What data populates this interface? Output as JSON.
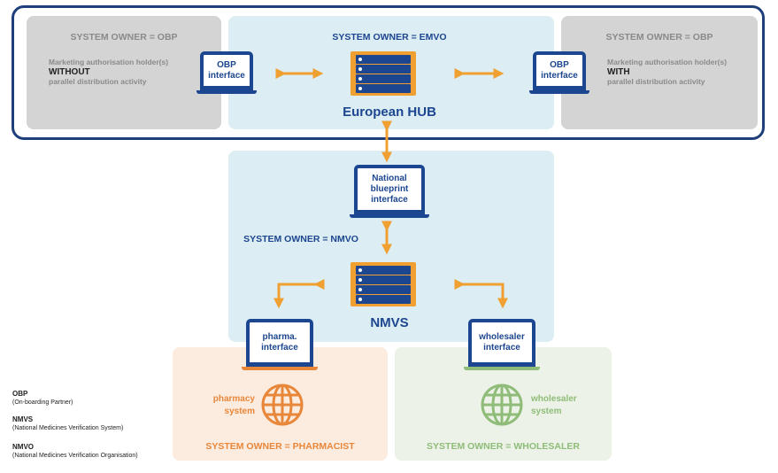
{
  "left_obp": {
    "owner": "SYSTEM OWNER = OBP",
    "line1": "Marketing authorisation holder(s)",
    "line2": "WITHOUT",
    "line3": "parallel distribution activity",
    "interface_l1": "OBP",
    "interface_l2": "interface"
  },
  "right_obp": {
    "owner": "SYSTEM OWNER = OBP",
    "line1": "Marketing authorisation holder(s)",
    "line2": "WITH",
    "line3": "parallel distribution activity",
    "interface_l1": "OBP",
    "interface_l2": "interface"
  },
  "hub": {
    "owner": "SYSTEM OWNER = EMVO",
    "title": "European HUB"
  },
  "nmvs": {
    "owner": "SYSTEM OWNER = NMVO",
    "title": "NMVS",
    "blueprint_l1": "National",
    "blueprint_l2": "blueprint",
    "blueprint_l3": "interface"
  },
  "pharmacy": {
    "interface_l1": "pharma.",
    "interface_l2": "interface",
    "system_l1": "pharmacy",
    "system_l2": "system",
    "owner": "SYSTEM OWNER = PHARMACIST"
  },
  "wholesaler": {
    "interface_l1": "wholesaler",
    "interface_l2": "interface",
    "system_l1": "wholesaler",
    "system_l2": "system",
    "owner": "SYSTEM OWNER = WHOLESALER"
  },
  "legend": [
    {
      "abbr": "OBP",
      "full": "(On-boarding Partner)"
    },
    {
      "abbr": "NMVS",
      "full": "(National Medicines Verification System)"
    },
    {
      "abbr": "NMVO",
      "full": "(National Medicines Verification Organisation)"
    }
  ],
  "colors": {
    "navy": "#1d4690",
    "frame": "#1f3f7a",
    "orange": "#f0a030",
    "pharmacy": "#e8873a",
    "wholesaler": "#8fbc78"
  }
}
